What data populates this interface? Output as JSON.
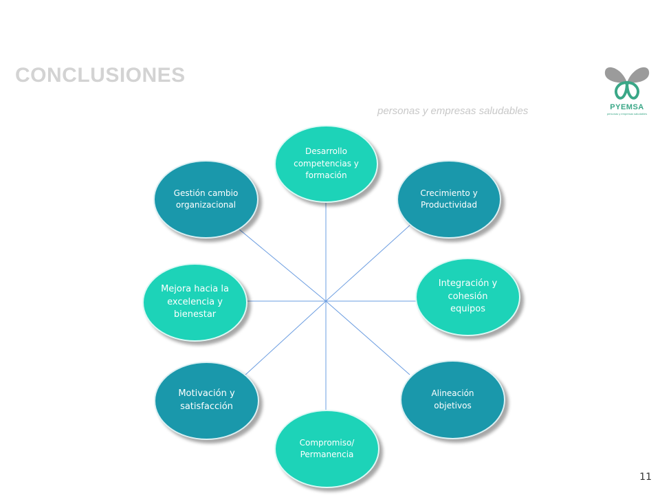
{
  "slide": {
    "title": "CONCLUSIONES",
    "tagline": "personas y empresas saludables",
    "page_number": "11"
  },
  "logo": {
    "name": "PYEMSA",
    "tag": "personas y empresas saludables"
  },
  "colors": {
    "dark_node": "#1a98ab",
    "light_node": "#1dd3b8",
    "connector": "#6a9ce0",
    "logo_gray": "#9b9b9b",
    "logo_green": "#3aa787"
  },
  "diagram": {
    "nodes": [
      {
        "label": "Desarrollo competencias y formación",
        "tone": "light"
      },
      {
        "label": "Crecimiento y Productividad",
        "tone": "dark"
      },
      {
        "label": "Integración y cohesión equipos",
        "tone": "light"
      },
      {
        "label": "Alineación objetivos",
        "tone": "dark"
      },
      {
        "label": "Compromiso/ Permanencia",
        "tone": "light"
      },
      {
        "label": "Motivación y satisfacción",
        "tone": "dark"
      },
      {
        "label": "Mejora hacia la excelencia y bienestar",
        "tone": "light"
      },
      {
        "label": "Gestión cambio organizacional",
        "tone": "dark"
      }
    ]
  }
}
